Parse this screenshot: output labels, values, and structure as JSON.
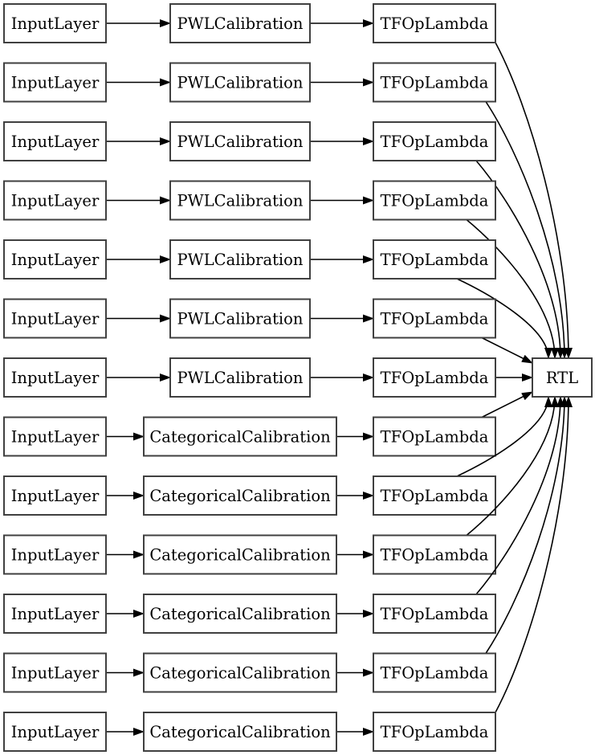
{
  "diagram": {
    "type": "keras-model-graph",
    "rows": [
      {
        "input": "InputLayer",
        "calibration": "PWLCalibration",
        "op": "TFOpLambda"
      },
      {
        "input": "InputLayer",
        "calibration": "PWLCalibration",
        "op": "TFOpLambda"
      },
      {
        "input": "InputLayer",
        "calibration": "PWLCalibration",
        "op": "TFOpLambda"
      },
      {
        "input": "InputLayer",
        "calibration": "PWLCalibration",
        "op": "TFOpLambda"
      },
      {
        "input": "InputLayer",
        "calibration": "PWLCalibration",
        "op": "TFOpLambda"
      },
      {
        "input": "InputLayer",
        "calibration": "PWLCalibration",
        "op": "TFOpLambda"
      },
      {
        "input": "InputLayer",
        "calibration": "PWLCalibration",
        "op": "TFOpLambda"
      },
      {
        "input": "InputLayer",
        "calibration": "CategoricalCalibration",
        "op": "TFOpLambda"
      },
      {
        "input": "InputLayer",
        "calibration": "CategoricalCalibration",
        "op": "TFOpLambda"
      },
      {
        "input": "InputLayer",
        "calibration": "CategoricalCalibration",
        "op": "TFOpLambda"
      },
      {
        "input": "InputLayer",
        "calibration": "CategoricalCalibration",
        "op": "TFOpLambda"
      },
      {
        "input": "InputLayer",
        "calibration": "CategoricalCalibration",
        "op": "TFOpLambda"
      },
      {
        "input": "InputLayer",
        "calibration": "CategoricalCalibration",
        "op": "TFOpLambda"
      }
    ],
    "output_node": {
      "label": "RTL"
    },
    "colors": {
      "background": "#ffffff",
      "node_fill": "#ffffff",
      "node_border": "#404040",
      "edge": "#000000",
      "text": "#000000"
    }
  }
}
